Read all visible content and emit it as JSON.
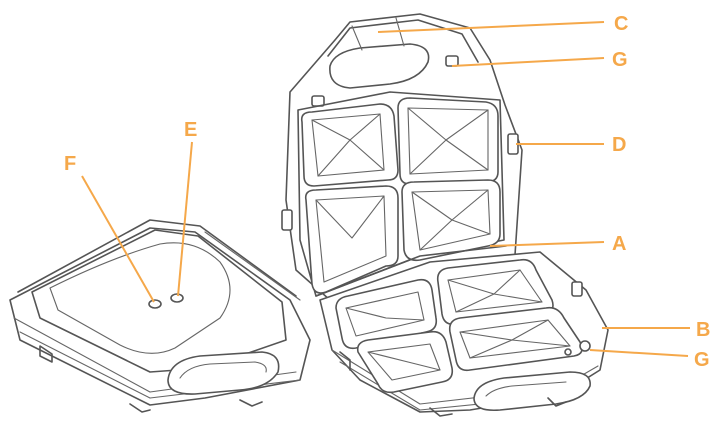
{
  "labels": {
    "a": "A",
    "b": "B",
    "c": "C",
    "d": "D",
    "e": "E",
    "f": "F",
    "g_top": "G",
    "g_bottom": "G"
  },
  "colors": {
    "callout": "#f5a84a",
    "outline": "#555555",
    "background": "#ffffff"
  }
}
